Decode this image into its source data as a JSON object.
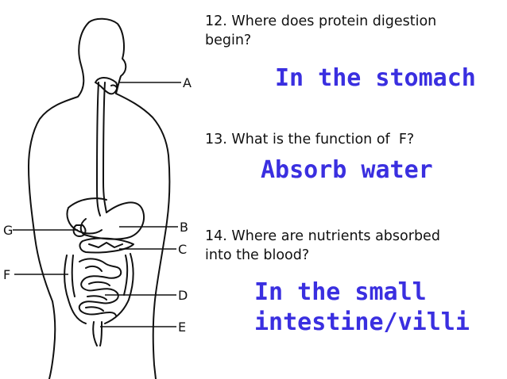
{
  "diagram": {
    "labels": {
      "a": "A",
      "b": "B",
      "c": "C",
      "d": "D",
      "e": "E",
      "f": "F",
      "g": "G"
    }
  },
  "questions": [
    {
      "number": "12.",
      "text_line1": "Where does protein digestion",
      "text_line2": "begin?",
      "answer_line1": "In the stomach",
      "answer_line2": ""
    },
    {
      "number": "13.",
      "text_line1": "What is the function of  F?",
      "text_line2": "",
      "answer_line1": "Absorb water",
      "answer_line2": ""
    },
    {
      "number": "14.",
      "text_line1": "Where are nutrients absorbed",
      "text_line2": "into the blood?",
      "answer_line1": "In the small",
      "answer_line2": "intestine/villi"
    }
  ],
  "colors": {
    "answer": "#3a2fe0",
    "line": "#111111"
  }
}
